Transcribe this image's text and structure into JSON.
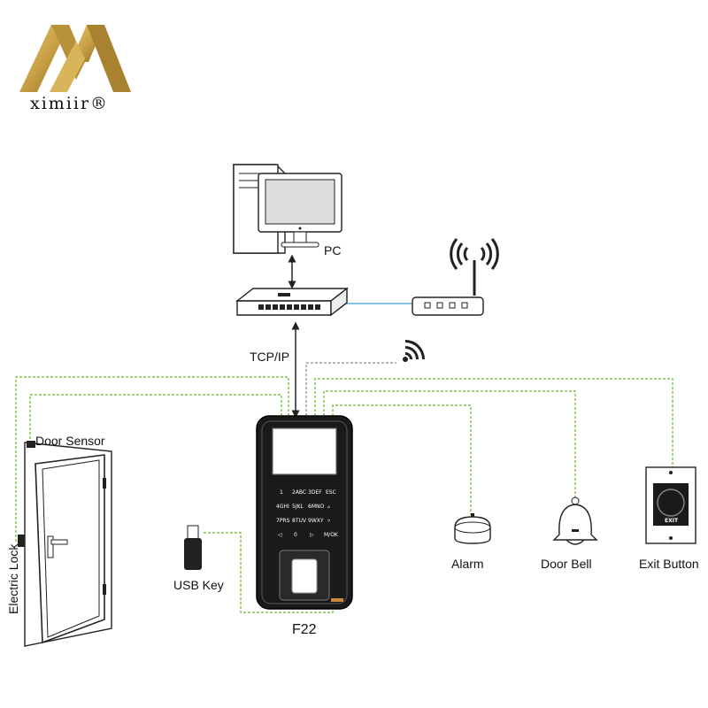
{
  "logo": {
    "brand_text": "ximiir®",
    "gold_color": "#c9a045",
    "gold_dark_color": "#8a6a22"
  },
  "labels": {
    "pc": "PC",
    "tcp_ip": "TCP/IP",
    "door_sensor": "Door Sensor",
    "electric_lock": "Electric Lock",
    "usb_key": "USB Key",
    "device_model": "F22",
    "alarm": "Alarm",
    "door_bell": "Door Bell",
    "exit_button": "Exit Button",
    "exit_plate_text": "EXIT"
  },
  "keypad": {
    "rows": [
      [
        "1",
        "2ABC",
        "3DEF",
        "ESC"
      ],
      [
        "4GHI",
        "5JKL",
        "6MNO",
        "▵"
      ],
      [
        "7PRS",
        "8TUV",
        "9WXY",
        "▿"
      ],
      [
        "◁",
        "0",
        "▷",
        "M/OK"
      ]
    ]
  },
  "colors": {
    "wire_green": "#7cc242",
    "wire_gray": "#888888",
    "wire_blue": "#3aa0d8",
    "device_black": "#1a1a1a"
  }
}
